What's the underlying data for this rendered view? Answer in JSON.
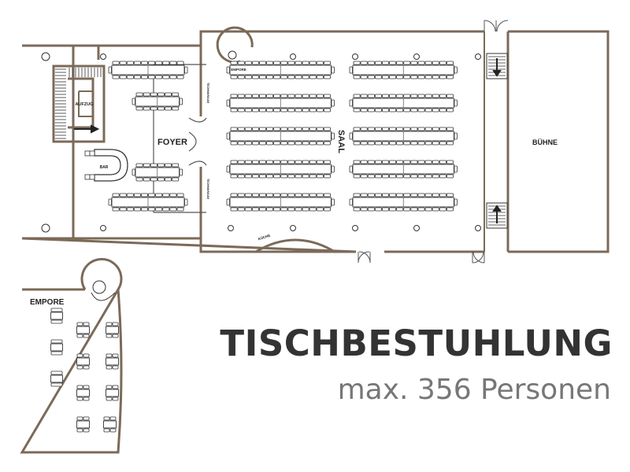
{
  "headline": {
    "title": "TISCHBESTUHLUNG",
    "subtitle": "max. 356 Personen"
  },
  "rooms": {
    "aufzug": "AUFZUG",
    "bar": "BAR",
    "foyer": "FOYER",
    "saal": "SAAL",
    "buehne": "BÜHNE",
    "empore_main": "EMPORE",
    "empore_inset": "EMPORE",
    "kueche": "KÜCHE",
    "technik_top": "TECHNIKRAUM",
    "technik_bottom": "TECHNIKRAUM"
  },
  "colors": {
    "wall": "#7b6a58",
    "line": "#333333",
    "fill": "#ffffff",
    "title": "#333333",
    "subtitle": "#777777"
  },
  "icons": {
    "stairs": "stairs-icon",
    "direction": "arrow-icon",
    "door": "door-swing-icon",
    "column": "column-circle-icon",
    "spiral_stair": "spiral-stair-icon"
  }
}
